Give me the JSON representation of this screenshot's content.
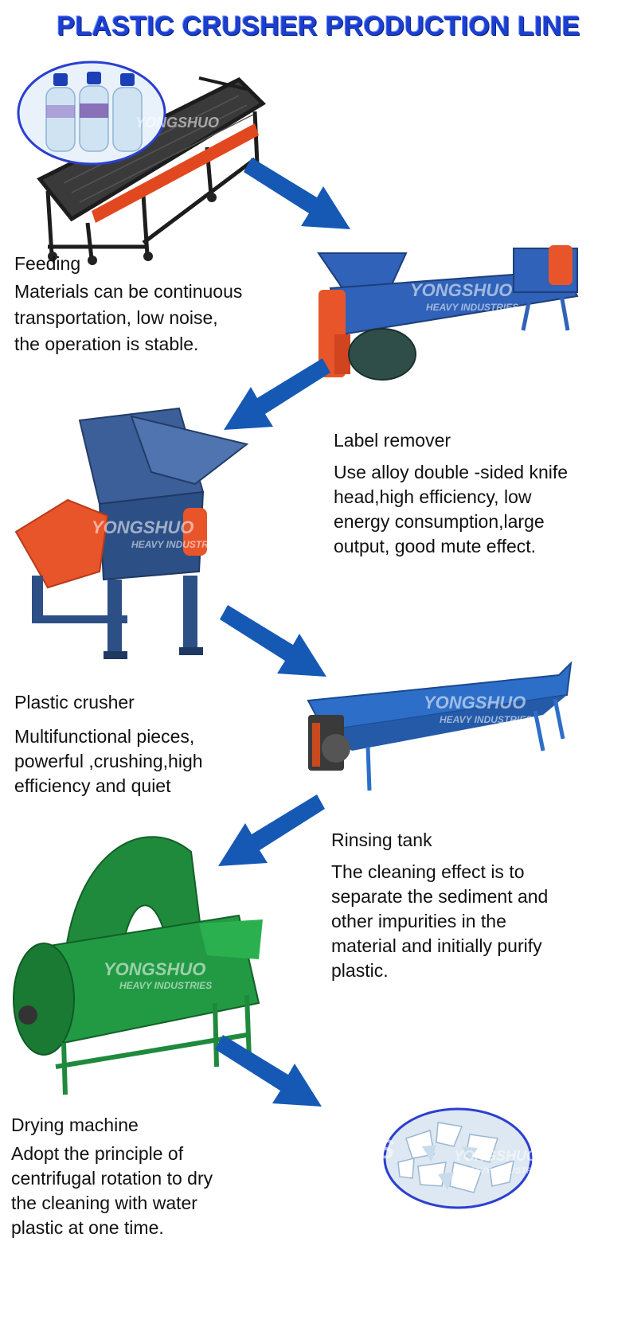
{
  "title": "PLASTIC CRUSHER PRODUCTION LINE",
  "watermark": {
    "brand": "YONGSHUO",
    "sub": "HEAVY INDUSTRIES",
    "mark": "YS"
  },
  "steps": [
    {
      "name": "Feeding",
      "description": "Materials can be continuous\ntransportation, low noise,\nthe operation is stable.",
      "machine_color": "#1d1d1d"
    },
    {
      "name": "Label remover",
      "description": "Use alloy double -sided knife\nhead,high efficiency, low\nenergy consumption,large\noutput, good mute effect.",
      "machine_color": "#2f62b8"
    },
    {
      "name": "Plastic crusher",
      "description": "Multifunctional pieces,\npowerful ,crushing,high\nefficiency and quiet",
      "machine_color": "#2c4f86"
    },
    {
      "name": "Rinsing tank",
      "description": "The cleaning effect is to\nseparate the sediment and\nother impurities in the\nmaterial and initially purify\nplastic.",
      "machine_color": "#2d6ec8"
    },
    {
      "name": "Drying machine",
      "description": "Adopt the principle of\ncentrifugal rotation to dry\nthe cleaning with water\nplastic at one time.",
      "machine_color": "#1f8a3c"
    }
  ],
  "colors": {
    "title": "#1a3fd1",
    "arrow": "#1559b5",
    "accent_orange": "#e8552b"
  }
}
